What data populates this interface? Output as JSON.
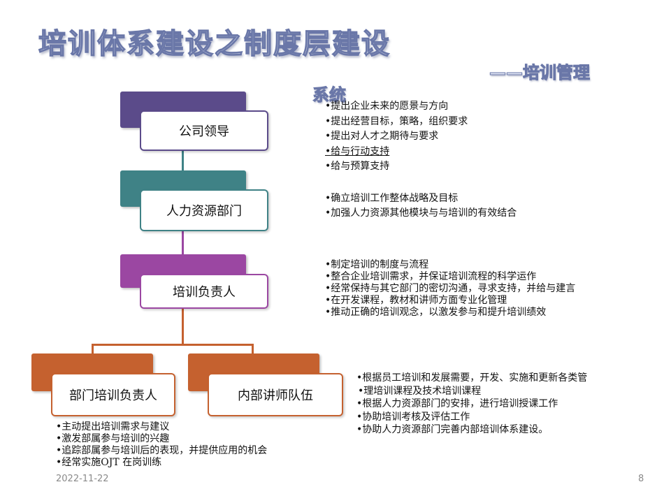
{
  "title": "培训体系建设之制度层建设",
  "subtitle": "——培训管理",
  "subtitle_cont": "系统",
  "colors": {
    "leader": "#5b4b8a",
    "hr": "#3f8286",
    "owner": "#9b47a2",
    "dept": "#c5612f",
    "title_fill": "#dde3f2",
    "title_stroke": "#6a77a8"
  },
  "nodes": {
    "leader": "公司领导",
    "hr": "人力资源部门",
    "owner": "培训负责人",
    "dept": "部门培训负责人",
    "lecturer": "内部讲师队伍"
  },
  "notes": {
    "leader": [
      "提出企业未来的愿景与方向",
      "提出经营目标，策略，组织要求",
      "提出对人才之期待与要求",
      "给与行动支持",
      "给与预算支持"
    ],
    "hr": [
      "确立培训工作整体战略及目标",
      "加强人力资源其他模块与与培训的有效结合"
    ],
    "owner": [
      "制定培训的制度与流程",
      "整合企业培训需求，并保证培训流程的科学运作",
      "经常保持与其它部门的密切沟通，寻求支持，并给与建言",
      "在开发课程，教材和讲师方面专业化管理",
      "推动正确的培训观念，以激发参与和提升培训绩效"
    ],
    "lecturer_line1": "根据员工培训和发展需要，开发、实施和更新各类管",
    "lecturer_line1b": "理培训课程及技术培训课程",
    "lecturer_rest": [
      "根据人力资源部门的安排，进行培训授课工作",
      "协助培训考核及评估工作",
      "协助人力资源部门完善内部培训体系建设。"
    ],
    "dept": [
      "主动提出培训需求与建议",
      "激发部属参与培训的兴趣",
      "追踪部属参与培训后的表现，并提供应用的机会",
      "经常实施OJT 在岗训练"
    ]
  },
  "footer": {
    "date": "2022-11-22",
    "page": "8"
  }
}
